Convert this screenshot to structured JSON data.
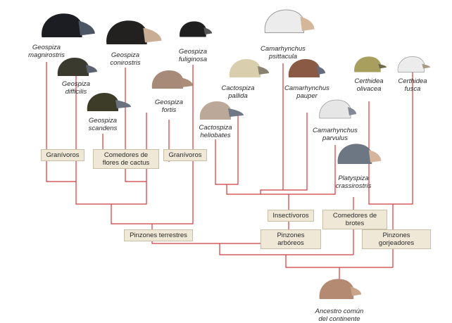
{
  "species": [
    {
      "id": "magnirostris",
      "line1": "Geospiza",
      "line2": "magnirostris"
    },
    {
      "id": "conirostris",
      "line1": "Geospiza",
      "line2": "conirostris"
    },
    {
      "id": "fuliginosa",
      "line1": "Geospiza",
      "line2": "fuliginosa"
    },
    {
      "id": "difficilis",
      "line1": "Geospiza",
      "line2": "difficilis"
    },
    {
      "id": "scandens",
      "line1": "Geospiza",
      "line2": "scandens"
    },
    {
      "id": "fortis",
      "line1": "Geospiza",
      "line2": "fortis"
    },
    {
      "id": "psittacula",
      "line1": "Camarhynchus",
      "line2": "psittacula"
    },
    {
      "id": "pallida",
      "line1": "Cactospiza",
      "line2": "pallida"
    },
    {
      "id": "pauper",
      "line1": "Camarhynchus",
      "line2": "pauper"
    },
    {
      "id": "heliobates",
      "line1": "Cactospiza",
      "line2": "heliobates"
    },
    {
      "id": "parvulus",
      "line1": "Camarhynchus",
      "line2": "parvulus"
    },
    {
      "id": "crassirostris",
      "line1": "Platyspiza",
      "line2": "crassirostris"
    },
    {
      "id": "olivacea",
      "line1": "Certhidea",
      "line2": "olivacea"
    },
    {
      "id": "fusca",
      "line1": "Certhidea",
      "line2": "fusca"
    }
  ],
  "categories": [
    {
      "id": "granivoros1",
      "lines": [
        "Granívoros"
      ]
    },
    {
      "id": "comedores_cactus",
      "lines": [
        "Comedores de",
        "flores de cactus"
      ]
    },
    {
      "id": "granivoros2",
      "lines": [
        "Granívoros"
      ]
    },
    {
      "id": "insectivoros",
      "lines": [
        "Insectívoros"
      ]
    },
    {
      "id": "comedores_brotes",
      "lines": [
        "Comedores de brotes"
      ]
    },
    {
      "id": "terrestres",
      "lines": [
        "Pinzones terrestres"
      ]
    },
    {
      "id": "arboreos",
      "lines": [
        "Pinzones arbóreos"
      ]
    },
    {
      "id": "gorjeadores",
      "lines": [
        "Pinzones gorjeadores"
      ]
    }
  ],
  "ancestor": {
    "line1": "Ancestro común",
    "line2": "del continente sudamericano"
  },
  "colors": {
    "branch": "#d13a3a",
    "label_box": "#efe8d6",
    "label_border": "#c9bfa6"
  }
}
